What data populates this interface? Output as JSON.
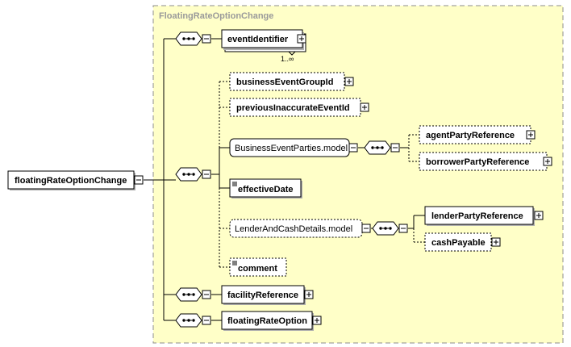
{
  "diagram": {
    "group_title": "FloatingRateOptionChange",
    "root": "floatingRateOptionChange",
    "occurrence": "1..∞",
    "elements": {
      "eventIdentifier": "eventIdentifier",
      "businessEventGroupId": "businessEventGroupId",
      "previousInaccurateEventId": "previousInaccurateEventId",
      "businessEventPartiesModel": "BusinessEventParties.model",
      "agentPartyReference": "agentPartyReference",
      "borrowerPartyReference": "borrowerPartyReference",
      "effectiveDate": "effectiveDate",
      "lenderAndCashDetailsModel": "LenderAndCashDetails.model",
      "lenderPartyReference": "lenderPartyReference",
      "cashPayable": "cashPayable",
      "comment": "comment",
      "facilityReference": "facilityReference",
      "floatingRateOption": "floatingRateOption"
    }
  }
}
